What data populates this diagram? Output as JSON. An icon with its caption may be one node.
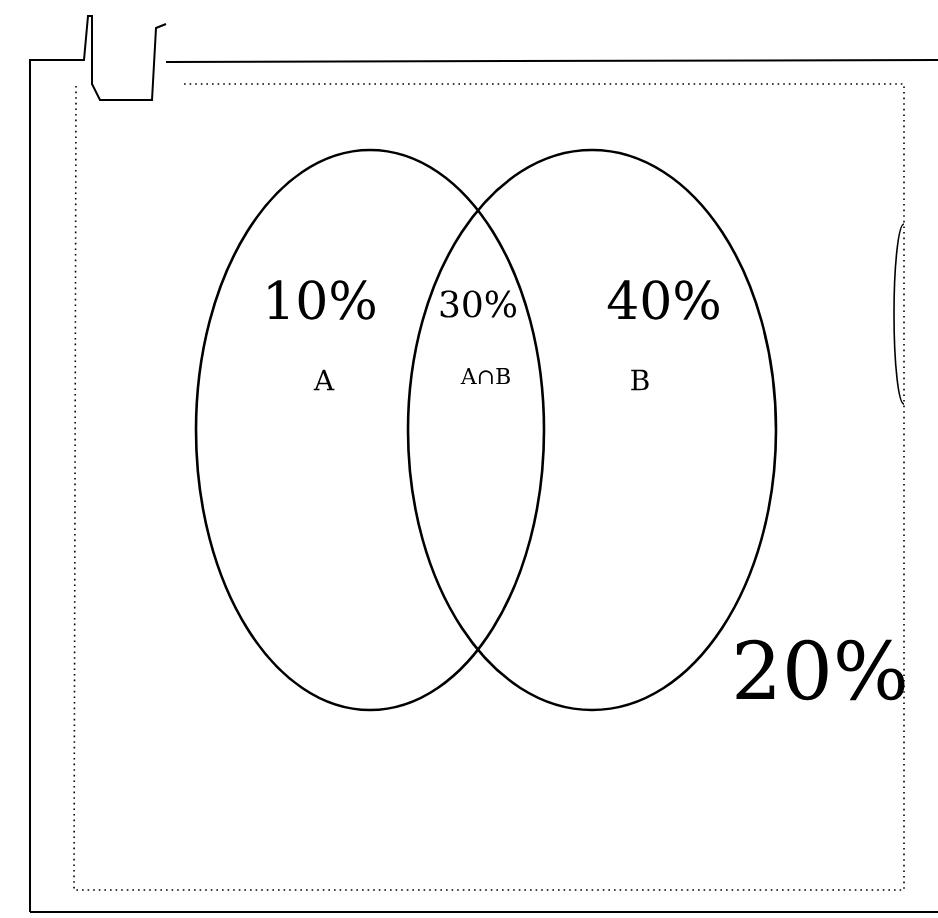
{
  "diagram": {
    "nodes": [
      {
        "text": [
          "10%",
          "A"
        ]
      },
      {
        "text": [
          "40%",
          "B"
        ]
      }
    ],
    "labels": [
      "30%",
      "A∩B",
      "20%"
    ]
  }
}
